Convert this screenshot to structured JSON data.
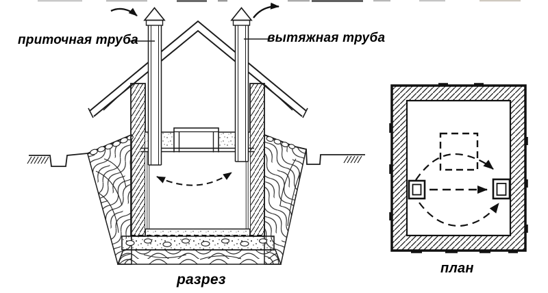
{
  "section_view": {
    "caption": "разрез",
    "supply_pipe_label": "приточная труба",
    "exhaust_pipe_label": "вытяжная труба"
  },
  "plan_view": {
    "caption": "план"
  },
  "icons": {
    "air_inflow_arrow": "curved-solid-arrow-into-supply-pipe",
    "air_outflow_arrow": "curved-solid-arrow-out-of-exhaust-pipe",
    "circulation_arc_section": "dashed-arc-with-two-arrowheads",
    "airflow_arrow_horizontal_plan": "dashed-arrow-right",
    "airflow_arc_upper_plan": "dashed-arc-arrow-clockwise",
    "airflow_arc_lower_plan": "dashed-arc-arrow-up-right"
  },
  "colors": {
    "line": "#1c1c1c",
    "background": "#ffffff",
    "text": "#000000"
  }
}
